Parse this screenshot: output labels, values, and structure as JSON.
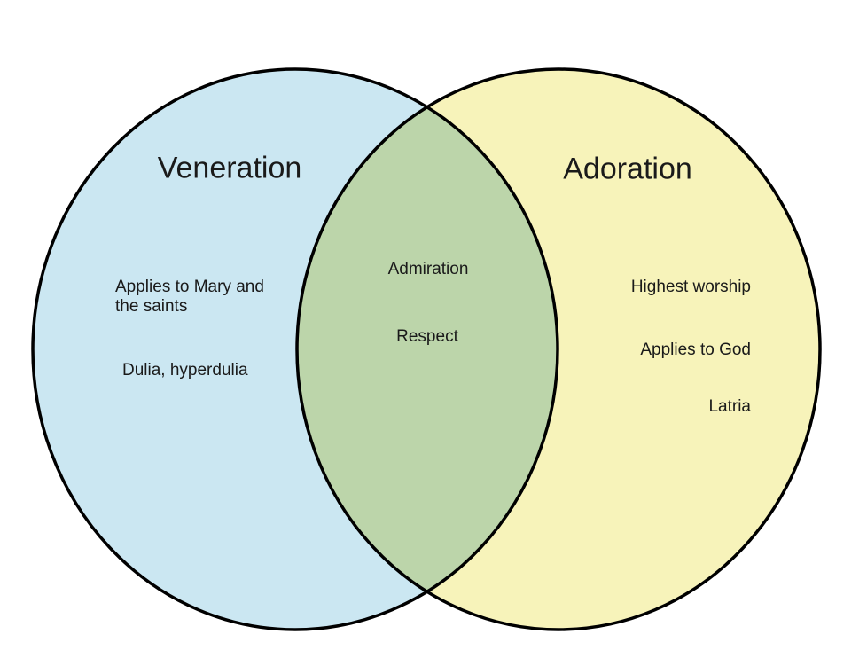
{
  "venn": {
    "left_circle": {
      "title": "Veneration",
      "items": [
        "Applies to Mary and the saints",
        "Dulia, hyperdulia"
      ]
    },
    "right_circle": {
      "title": "Adoration",
      "items": [
        "Highest worship",
        "Applies to God",
        "Latria"
      ]
    },
    "overlap": {
      "items": [
        "Admiration",
        "Respect"
      ]
    },
    "colors": {
      "left_fill": "#cbe7f2",
      "right_fill": "#f7f3ba",
      "overlap_fill": "#bcd5aa",
      "outline": "#000000",
      "background": "#ffffff",
      "text": "#1a1a1a"
    }
  }
}
